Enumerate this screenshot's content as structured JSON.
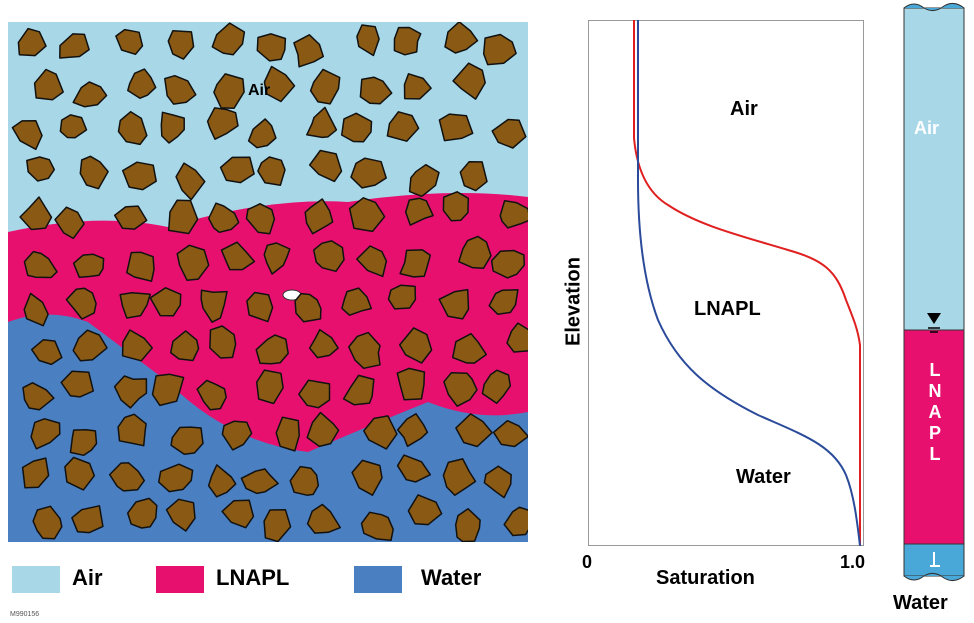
{
  "colors": {
    "air": "#a8d8e8",
    "lnapl": "#e8106e",
    "water": "#4a7fc1",
    "grain": "#8a5a14",
    "lnapl_curve": "#e02020",
    "water_curve": "#2a4a9a"
  },
  "pore_view": {
    "air_label": "Air",
    "small_code": "M990156"
  },
  "legend": [
    {
      "key": "air",
      "label": "Air"
    },
    {
      "key": "lnapl",
      "label": "LNAPL"
    },
    {
      "key": "water",
      "label": "Water"
    }
  ],
  "saturation_plot": {
    "ylabel": "Elevation",
    "xlabel": "Saturation",
    "x_min_label": "0",
    "x_max_label": "1.0",
    "region_labels": {
      "air": "Air",
      "lnapl": "LNAPL",
      "water": "Water"
    }
  },
  "well": {
    "air_label": "Air",
    "lnapl_letters": [
      "L",
      "N",
      "A",
      "P",
      "L"
    ],
    "water_label": "Water"
  }
}
